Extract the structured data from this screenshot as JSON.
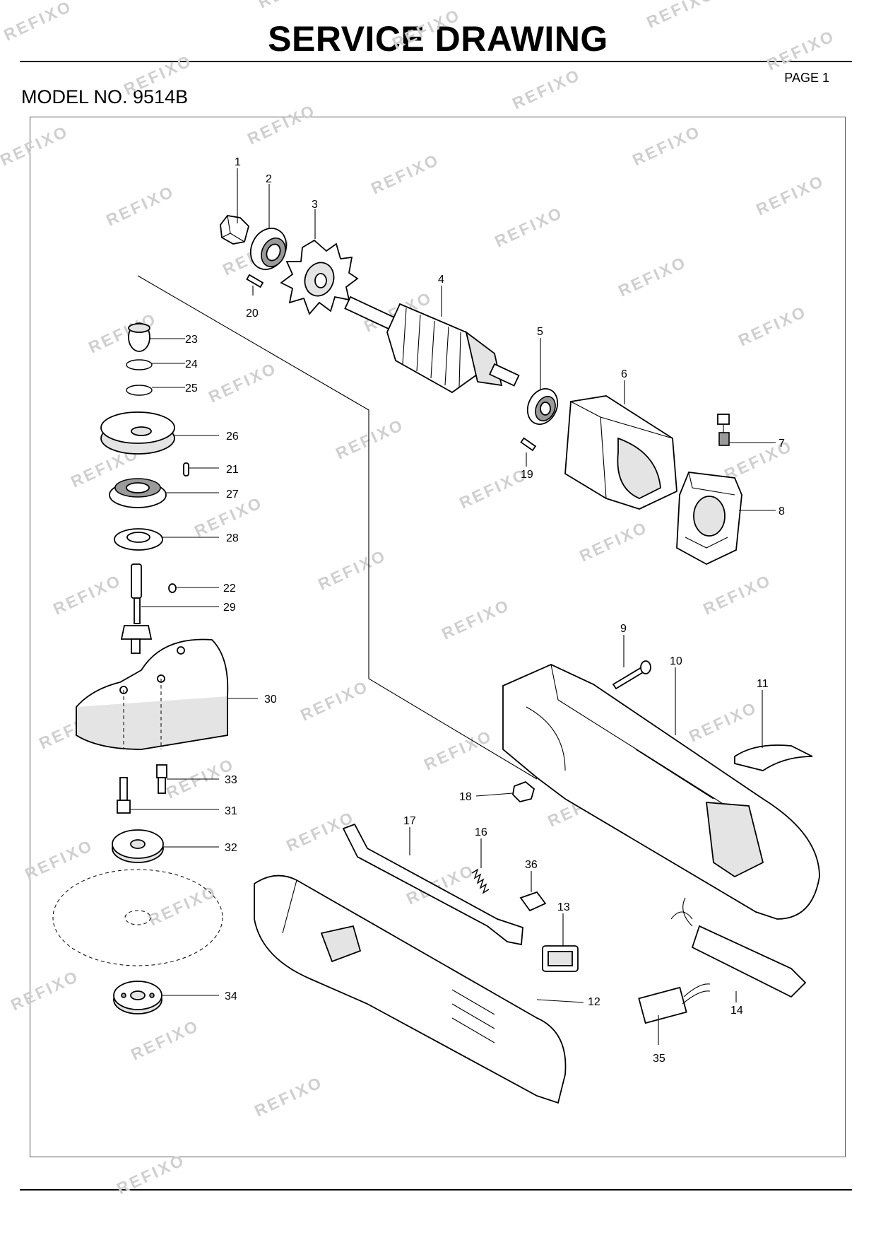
{
  "header": {
    "title": "SERVICE DRAWING",
    "page": "PAGE 1",
    "model": "MODEL NO. 9514B"
  },
  "watermark": "REFIXO",
  "callouts": [
    "1",
    "2",
    "3",
    "4",
    "5",
    "6",
    "7",
    "8",
    "9",
    "10",
    "11",
    "12",
    "13",
    "14",
    "16",
    "17",
    "18",
    "19",
    "20",
    "21",
    "22",
    "23",
    "24",
    "25",
    "26",
    "27",
    "28",
    "29",
    "30",
    "31",
    "32",
    "33",
    "34",
    "35",
    "36"
  ]
}
